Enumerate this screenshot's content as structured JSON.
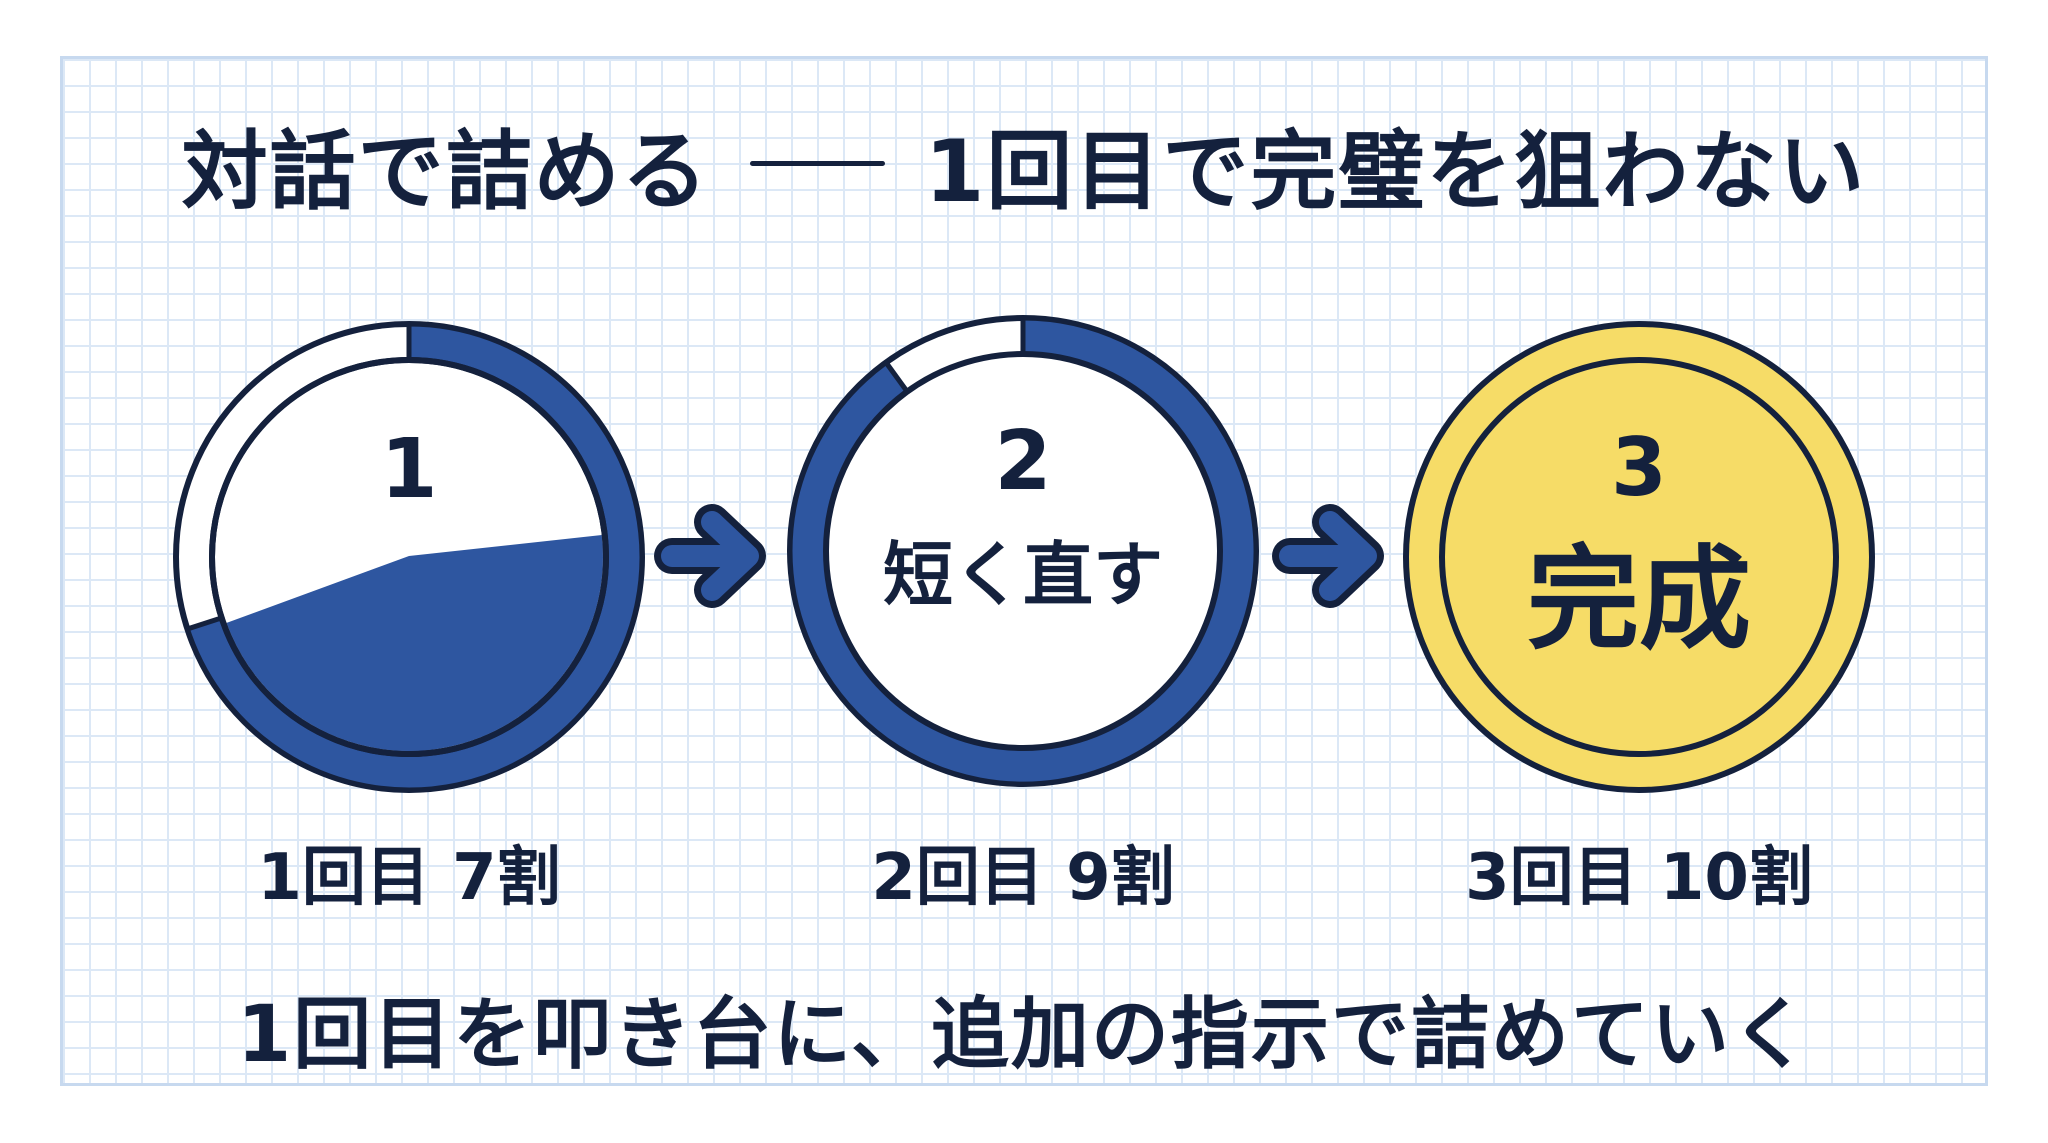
{
  "title": {
    "left": "対話で詰める",
    "right": "1回目で完璧を狙わない"
  },
  "steps": [
    {
      "number": "1",
      "center_text": "",
      "label": "1回目 7割",
      "completion": 0.7
    },
    {
      "number": "2",
      "center_text": "短く直す",
      "label": "2回目 9割",
      "completion": 0.9
    },
    {
      "number": "3",
      "center_text": "完成",
      "label": "3回目 10割",
      "completion": 1.0
    }
  ],
  "footer": "1回目を叩き台に、追加の指示で詰めていく",
  "colors": {
    "ink": "#14213d",
    "blue": "#2e56a0",
    "yellow": "#f6dc67",
    "grid": "#dce8f6",
    "white": "#ffffff"
  },
  "icons": [
    "arrow-right-icon",
    "arrow-right-icon"
  ]
}
